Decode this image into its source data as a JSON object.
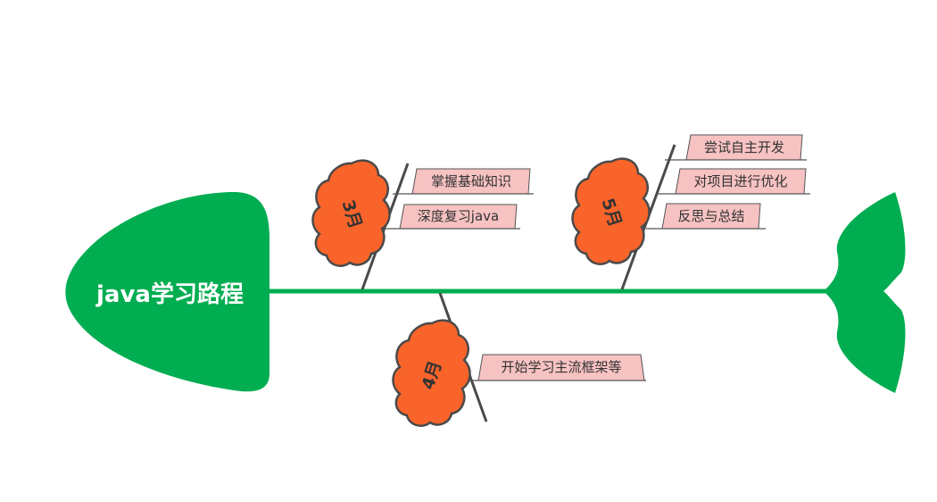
{
  "title": "java学习路程",
  "colors": {
    "fish": "#00ad50",
    "cloud_fill": "#f9642a",
    "cloud_stroke": "#4a4a4a",
    "bone": "#4a4a4a",
    "tag_fill": "#f7c2c2",
    "tag_stroke": "#555555"
  },
  "branches": [
    {
      "month": "3月",
      "items": [
        "掌握基础知识",
        "深度复习java"
      ]
    },
    {
      "month": "4月",
      "items": [
        "开始学习主流框架等"
      ]
    },
    {
      "month": "5月",
      "items": [
        "尝试自主开发",
        "对项目进行优化",
        "反思与总结"
      ]
    }
  ]
}
